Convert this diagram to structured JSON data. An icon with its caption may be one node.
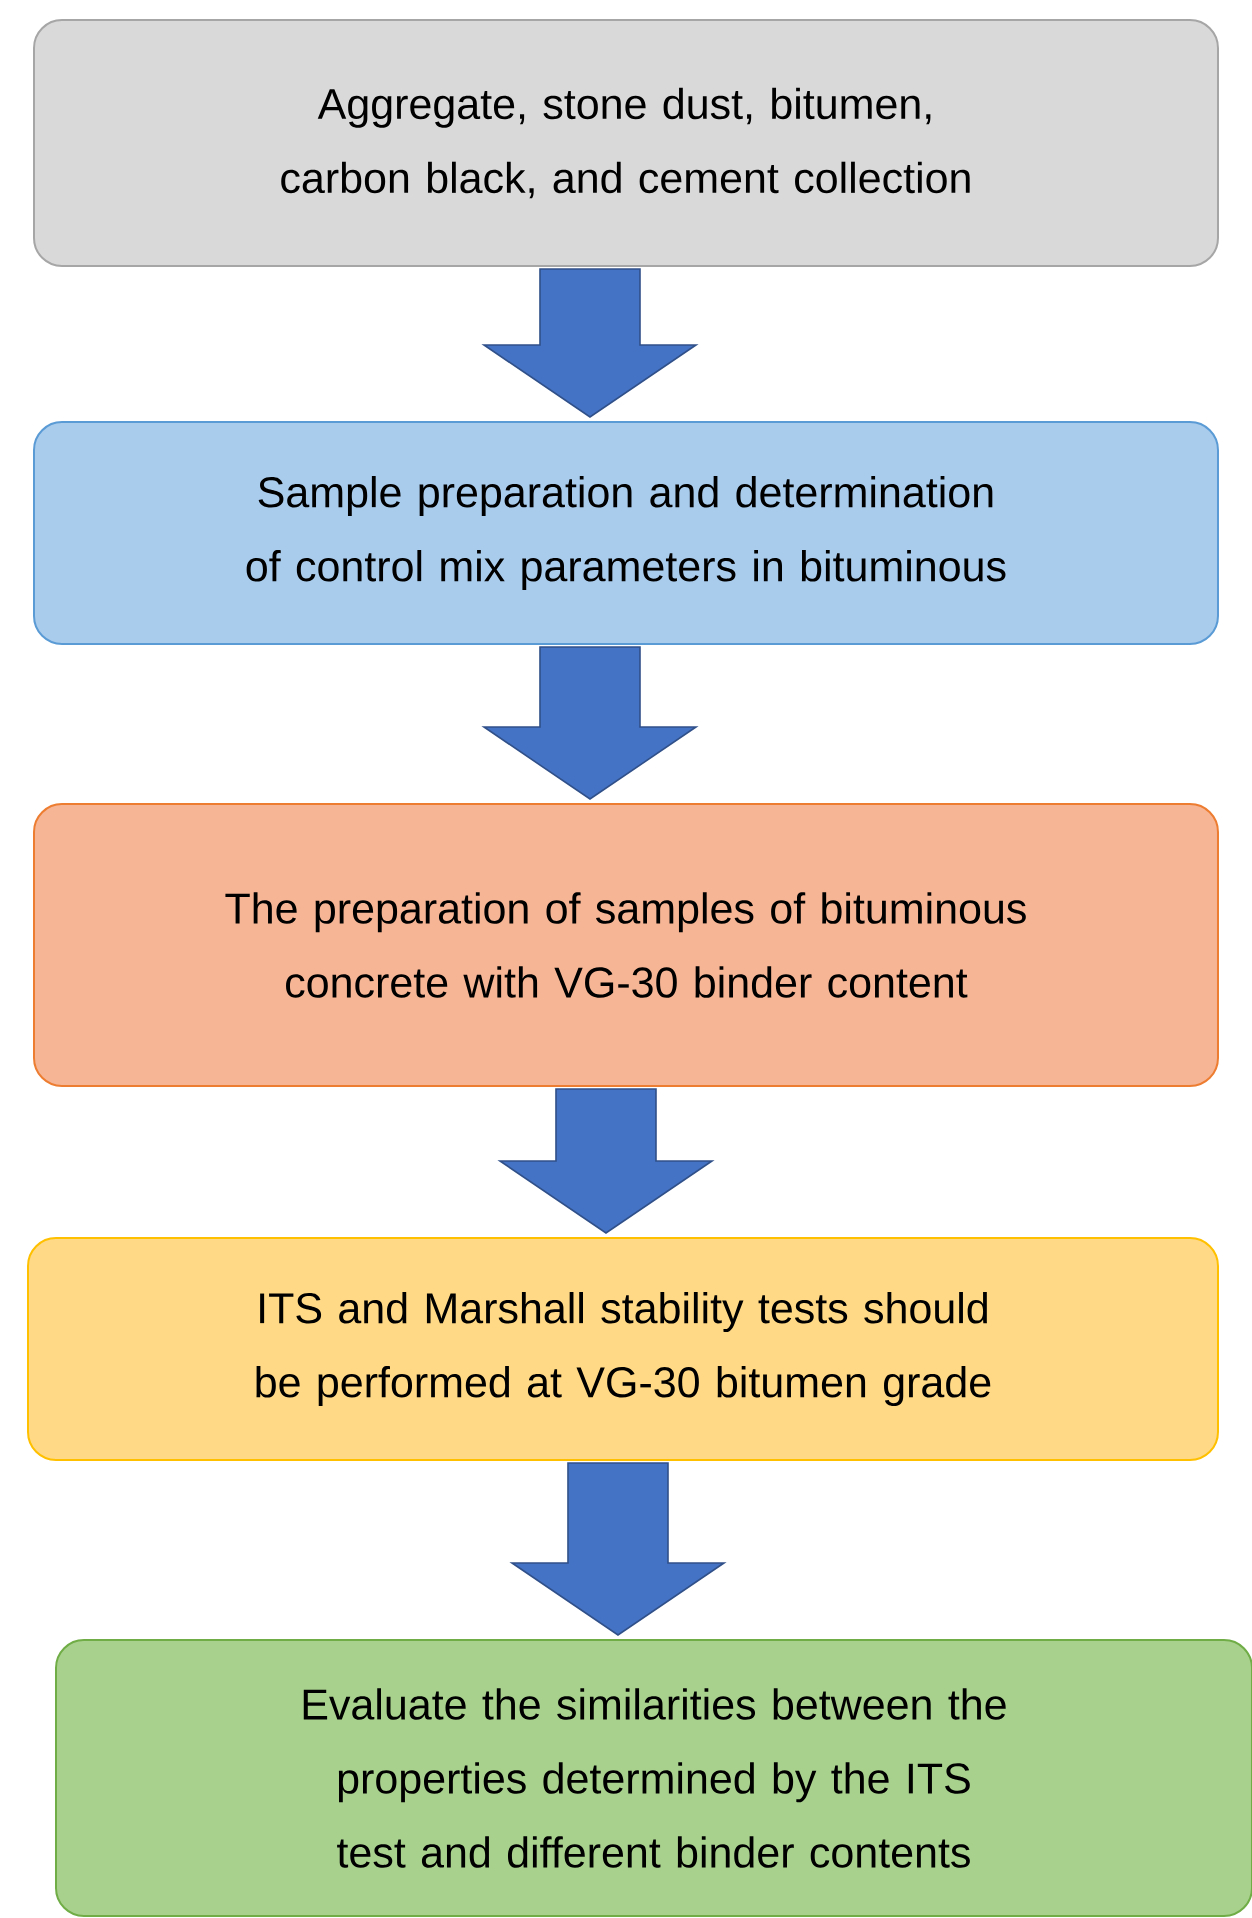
{
  "diagram": {
    "nodes": [
      {
        "text": [
          "Aggregate, stone dust, bitumen, carbon black, and cement collection"
        ]
      },
      {
        "text": [
          "Sample preparation and determination of control mix parameters in bituminous"
        ]
      },
      {
        "text": [
          "The preparation of samples of bituminous concrete with VG-30 binder content"
        ]
      },
      {
        "text": [
          "ITS and Marshall stability tests should be performed at VG-30 bitumen grade"
        ]
      },
      {
        "text": [
          "Evaluate the similarities between the properties determined by the ITS test and different binder contents"
        ]
      }
    ],
    "edges": [
      {
        "from": 0,
        "to": 1,
        "arrow": "to"
      },
      {
        "from": 1,
        "to": 2,
        "arrow": "to"
      },
      {
        "from": 2,
        "to": 3,
        "arrow": "to"
      },
      {
        "from": 3,
        "to": 4,
        "arrow": "to"
      }
    ]
  }
}
